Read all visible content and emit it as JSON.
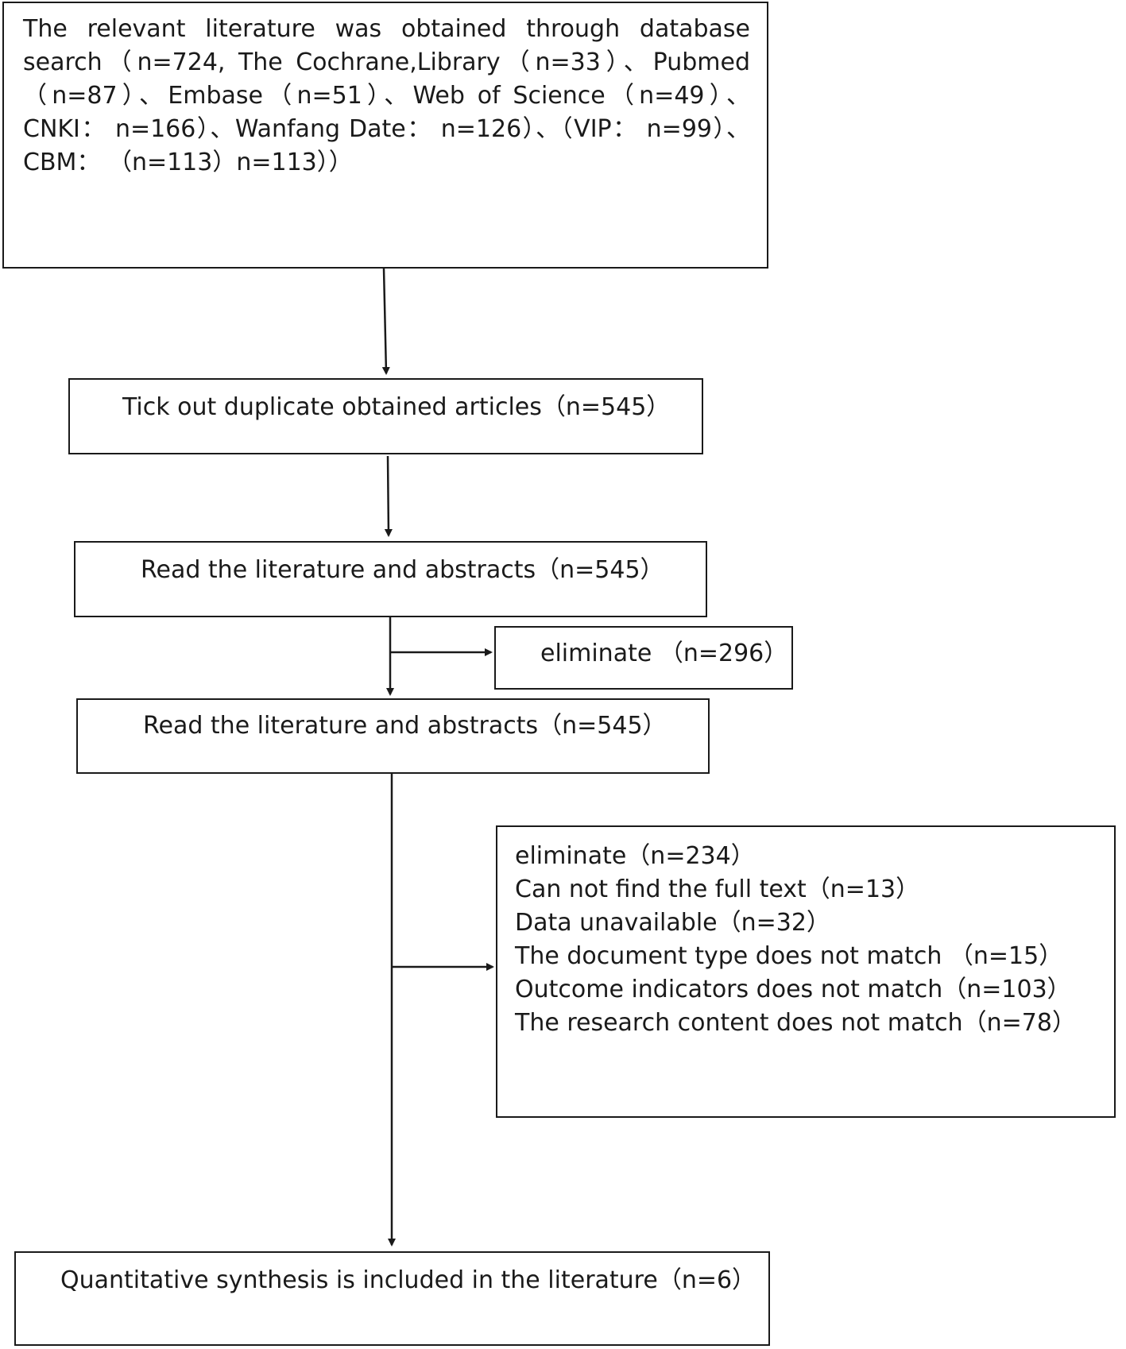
{
  "boxes": {
    "search": {
      "text": "The relevant literature was obtained through database search（n=724, The Cochrane,Library（n=33）、Pubmed（n=87）、Embase（n=51）、Web of Science（n=49）、CNKI： n=166）、Wanfang Date： n=126）、（VIP： n=99）、CBM： （n=113）n=113））"
    },
    "duplicates": {
      "text": "Tick out duplicate obtained articles（n=545）"
    },
    "read_abstracts_1": {
      "text": "Read the literature and abstracts（n=545）"
    },
    "eliminate_1": {
      "text": "eliminate （n=296）"
    },
    "read_abstracts_2": {
      "text": "Read the literature and abstracts（n=545）"
    },
    "eliminate_2": {
      "lines": [
        "eliminate（n=234）",
        "Can not find the full text（n=13）",
        "Data unavailable（n=32）",
        "The document type does not match （n=15）",
        "Outcome indicators does not match（n=103）",
        "The research content does not match（n=78）"
      ]
    },
    "quantitative": {
      "text": "Quantitative synthesis is included in the literature（n=6）"
    }
  }
}
